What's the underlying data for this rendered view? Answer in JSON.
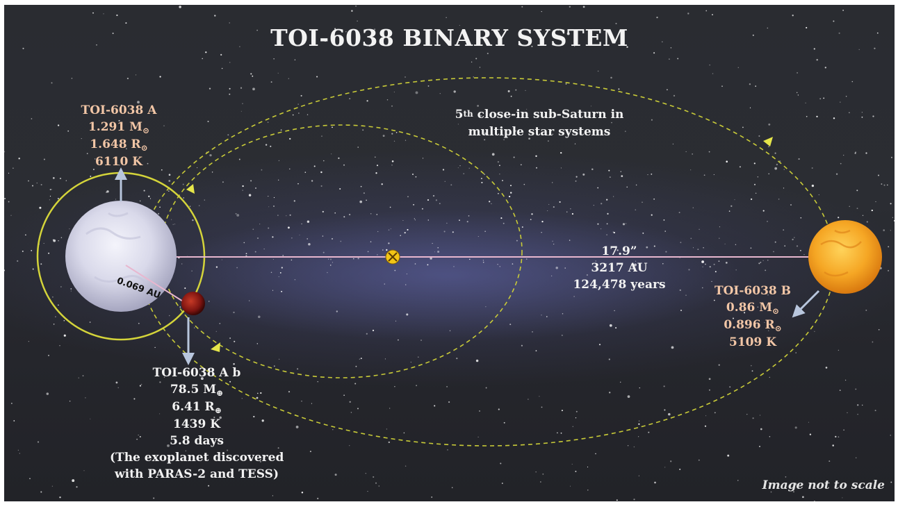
{
  "title": "TOI-6038 BINARY SYSTEM",
  "star_a": {
    "name": "TOI-6038 A",
    "mass": "1.291 M",
    "mass_symbol": "⊙",
    "radius": "1.648 R",
    "radius_symbol": "⊙",
    "temp": "6110 K"
  },
  "star_b": {
    "name": "TOI-6038 B",
    "mass": "0.86 M",
    "mass_symbol": "⊙",
    "radius": "0.896 R",
    "radius_symbol": "⊙",
    "temp": "5109 K"
  },
  "planet": {
    "name": "TOI-6038 A b",
    "mass": "78.5 M",
    "mass_symbol": "⊕",
    "radius": "6.41 R",
    "radius_symbol": "⊕",
    "temp": "1439 K",
    "period": "5.8 days",
    "note_line1": "(The exoplanet discovered",
    "note_line2": "with PARAS-2 and TESS)",
    "orbit_distance": "0.069 AU"
  },
  "separation": {
    "angle": "17.9”",
    "distance": "3217 AU",
    "period": "124,478 years"
  },
  "highlight": {
    "superscript": "th",
    "line1_prefix": "5",
    "line1_suffix": " close-in sub-Saturn in",
    "line2": "multiple star systems"
  },
  "disclaimer": "Image not to scale",
  "colors": {
    "orbit_yellow": "#d4d43a",
    "axis_line": "#e8b7cf",
    "label_salmon": "#f2c6a6",
    "arrow_blue": "#b8c6dd",
    "star_b_orange": "#f2a521",
    "planet_red": "#8a1410"
  }
}
